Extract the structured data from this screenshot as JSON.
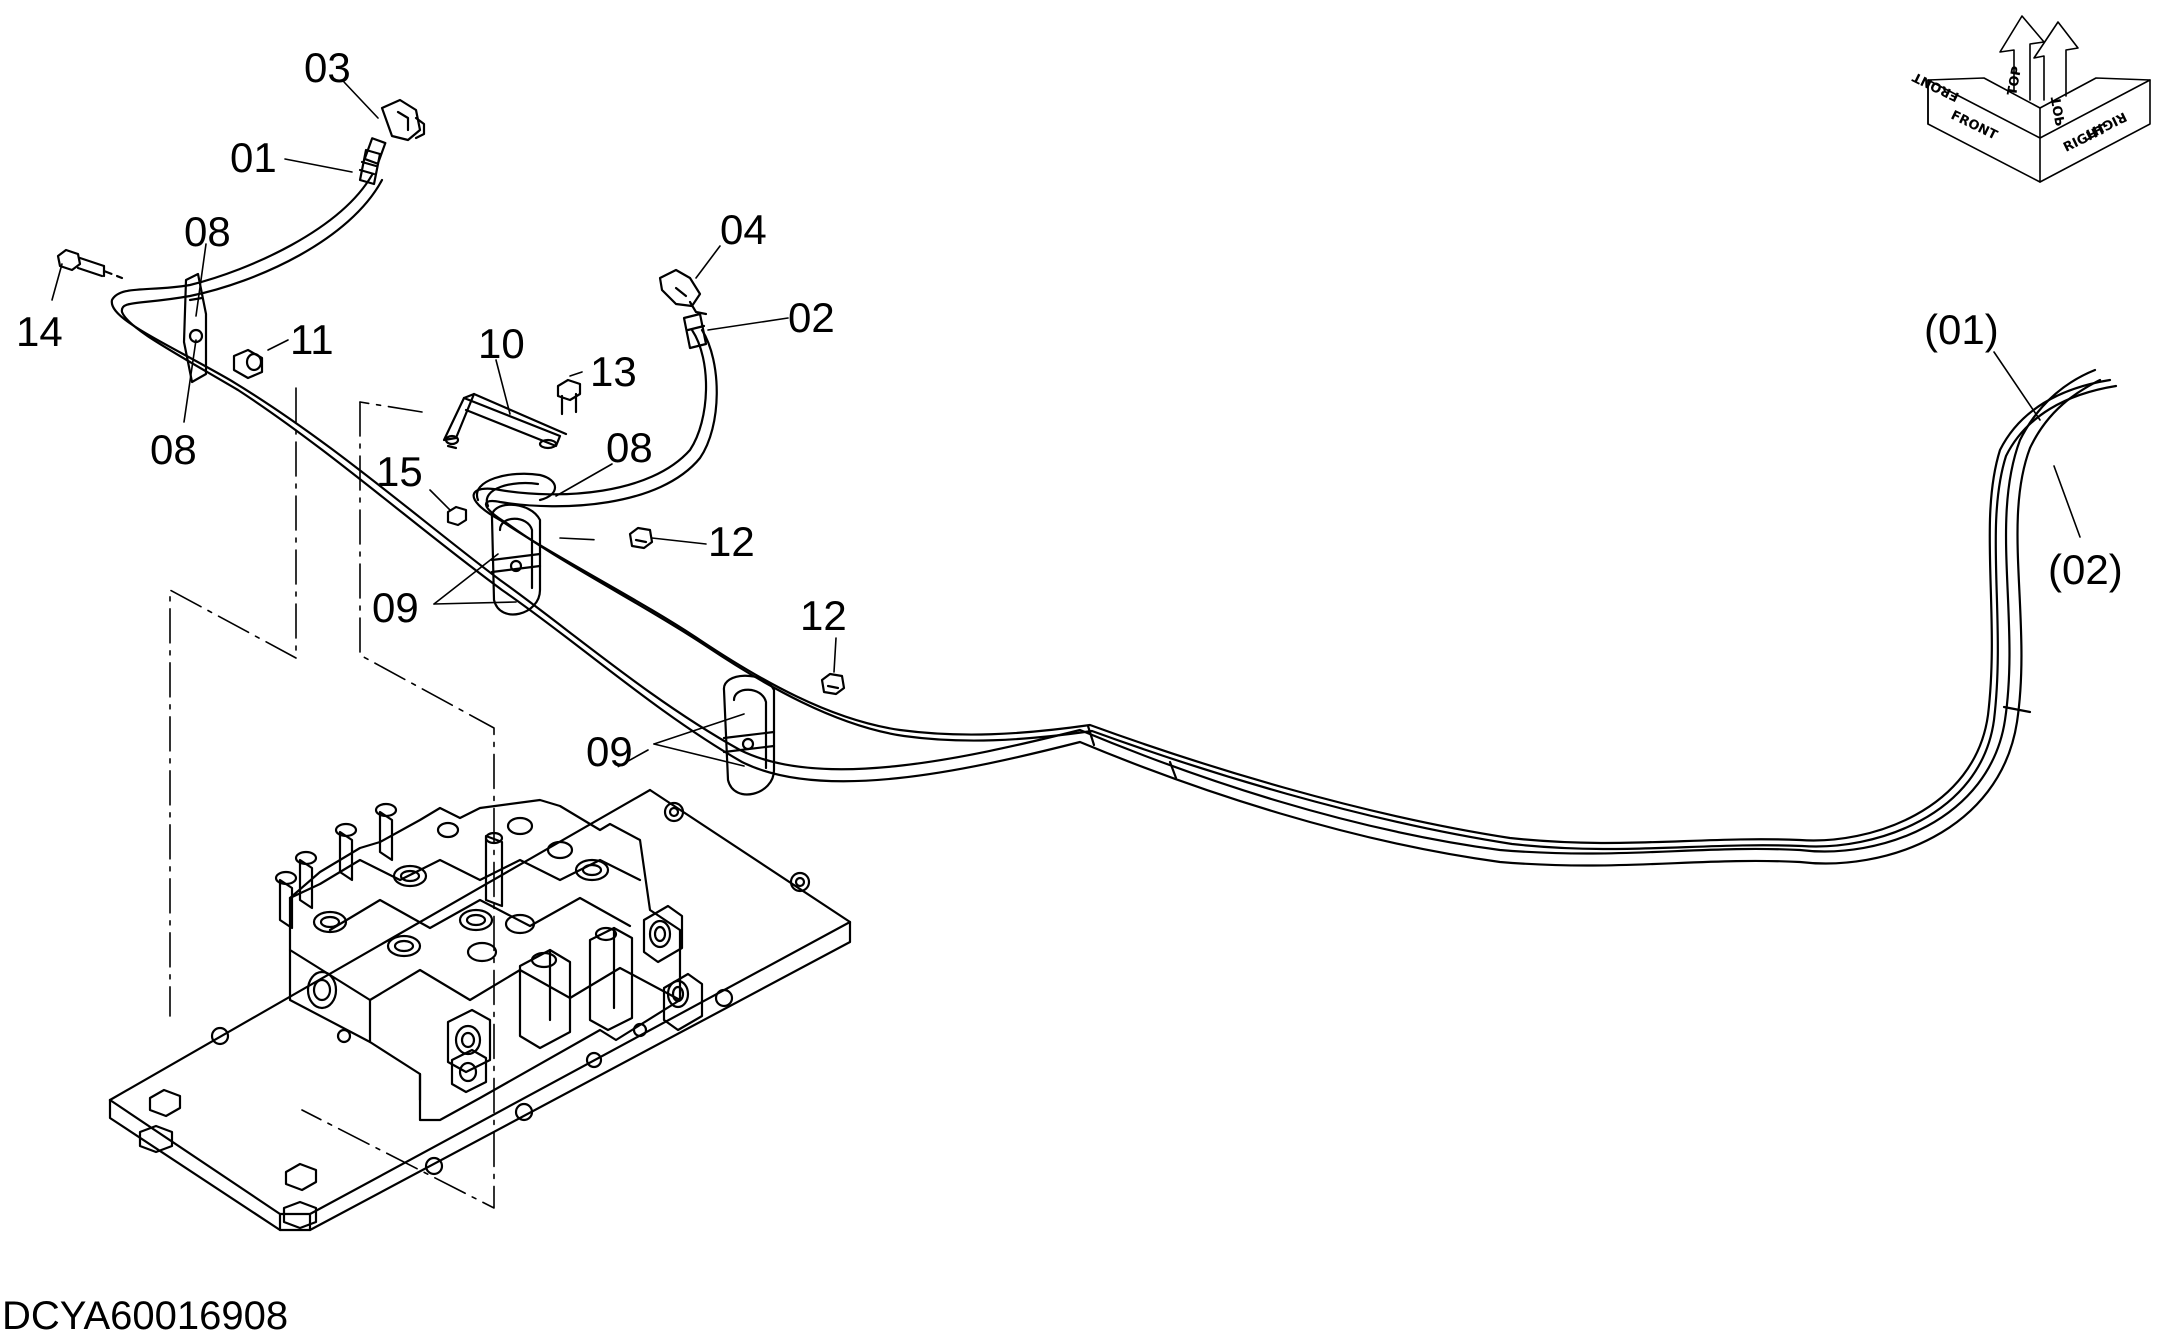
{
  "drawing_code": "DCYA60016908",
  "part_labels": [
    "03",
    "01",
    "08",
    "08",
    "14",
    "11",
    "04",
    "02",
    "10",
    "13",
    "15",
    "08",
    "12",
    "09",
    "12",
    "09",
    "(01)",
    "(02)"
  ],
  "orientation": {
    "labels": [
      "TOP",
      "TOP",
      "FRONT",
      "FRONT",
      "RIGHT",
      "RIGHT"
    ]
  },
  "colors": {
    "line": "#000000",
    "background": "#ffffff"
  }
}
